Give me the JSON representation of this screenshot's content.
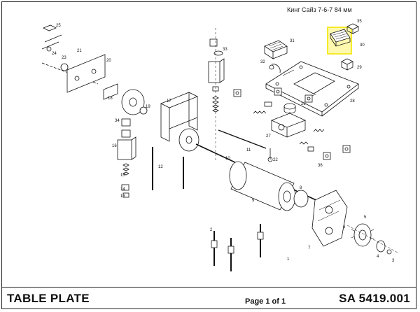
{
  "caption": "Кинг Сайз 7-6-7 84 мм",
  "title": "TABLE PLATE",
  "page_info": "Page 1 of 1",
  "part_number": "SA 5419.001",
  "highlight_color": "#f2e600",
  "callouts": [
    "1",
    "2",
    "3",
    "4",
    "5",
    "6",
    "7",
    "8",
    "9",
    "10",
    "11",
    "12",
    "13",
    "14",
    "15",
    "16",
    "17",
    "18",
    "19",
    "20",
    "21",
    "22",
    "23",
    "24",
    "25",
    "26",
    "27",
    "28",
    "29",
    "30",
    "31",
    "32",
    "33",
    "34",
    "35",
    "36"
  ]
}
